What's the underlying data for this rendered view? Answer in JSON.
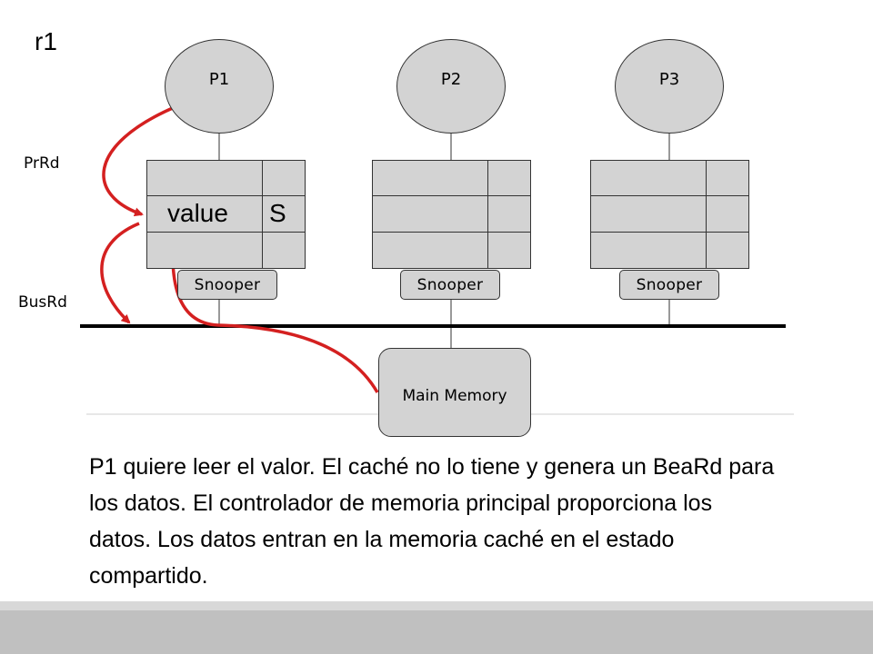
{
  "slide": {
    "label": "r1"
  },
  "processors": [
    {
      "label": "P1"
    },
    {
      "label": "P2"
    },
    {
      "label": "P3"
    }
  ],
  "cache_p1": {
    "value_text": "value",
    "state_text": "S"
  },
  "snoopers": [
    {
      "label": "Snooper"
    },
    {
      "label": "Snooper"
    },
    {
      "label": "Snooper"
    }
  ],
  "memory": {
    "label": "Main Memory"
  },
  "transactions": {
    "processor_request": "PrRd",
    "bus_request": "BusRd"
  },
  "caption": "P1 quiere leer el valor. El caché no lo tiene y genera un BeaRd para los datos. El controlador de memoria principal proporciona los datos. Los datos entran en la memoria caché en el estado compartido.",
  "colors": {
    "arrow": "#d42020",
    "component_fill": "#d3d3d3",
    "bus": "#000000",
    "footer": "#c0c0c0"
  }
}
